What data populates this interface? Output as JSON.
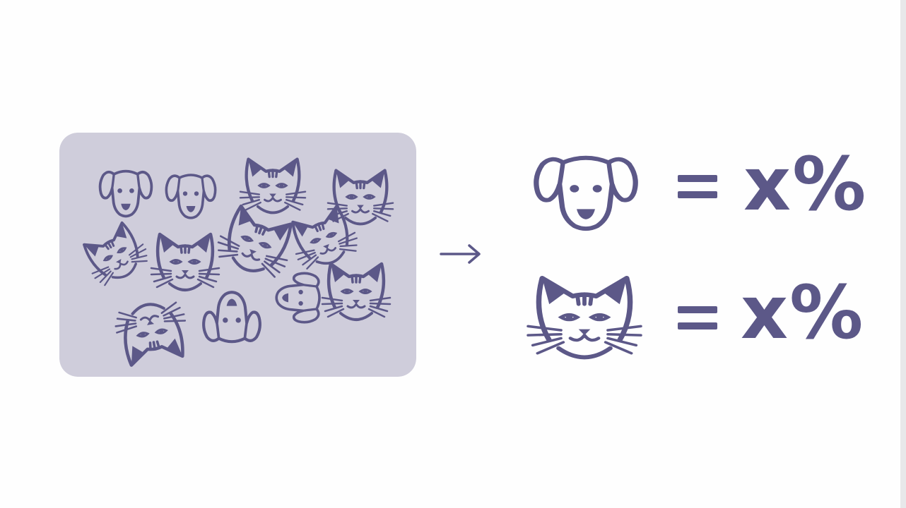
{
  "colors": {
    "accent": "#5c5888",
    "panel_fill": "#cfcddb",
    "background": "#fefefe"
  },
  "collection": {
    "icons": [
      "dog-face-icon",
      "dog-face-icon",
      "cat-face-icon",
      "cat-face-icon",
      "cat-face-icon",
      "cat-face-icon",
      "cat-face-icon",
      "cat-face-icon",
      "cat-face-icon",
      "dog-face-icon",
      "dog-face-icon",
      "cat-face-icon"
    ],
    "dog_count": 4,
    "cat_count": 8
  },
  "arrow_icon": "right-arrow-icon",
  "results": [
    {
      "icon": "dog-face-icon",
      "value": "x%"
    },
    {
      "icon": "cat-face-icon",
      "value": "x%"
    }
  ]
}
